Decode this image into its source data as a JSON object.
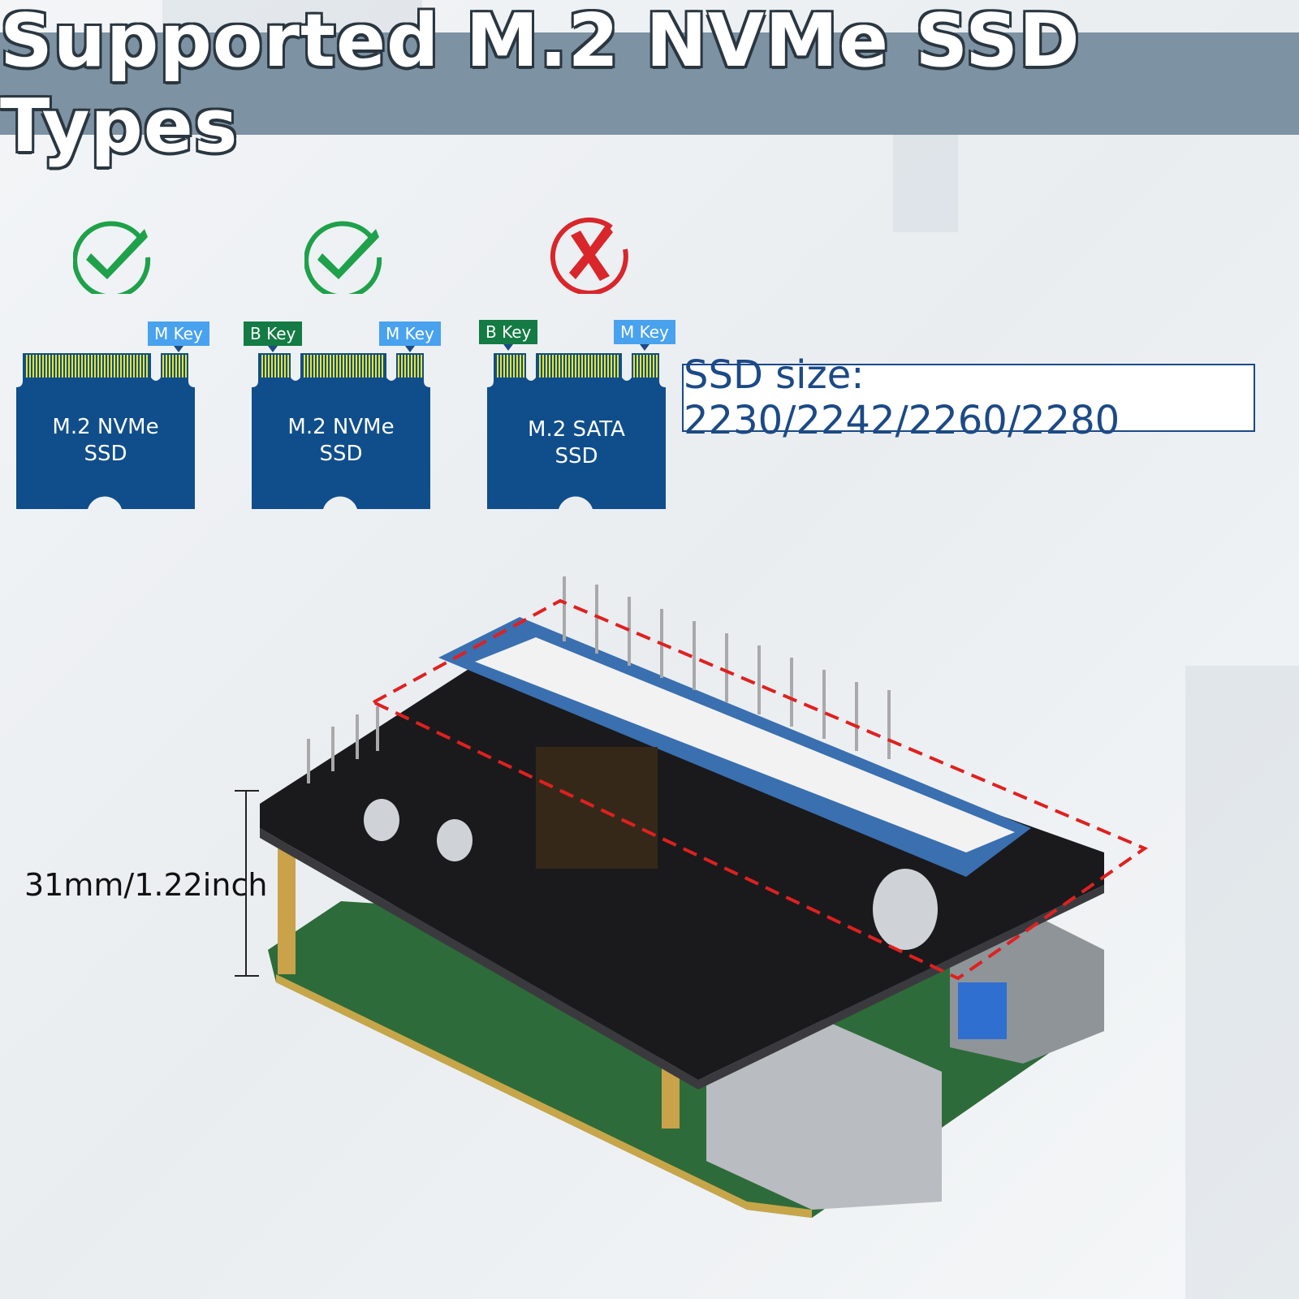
{
  "header": {
    "title": "Supported M.2 NVMe SSD Types"
  },
  "colors": {
    "header_bg": "#7d92a2",
    "card_blue": "#104e8b",
    "m_key": "#48a2ee",
    "b_key": "#137b43",
    "supported": "#1ea14a",
    "unsupported": "#d8262b",
    "gold_pins": "#e9e62a"
  },
  "ssd_types": [
    {
      "label_line1": "M.2 NVMe",
      "label_line2": "SSD",
      "keys": [
        "M Key"
      ],
      "supported": true,
      "icon": "check-circle-icon"
    },
    {
      "label_line1": "M.2 NVMe",
      "label_line2": "SSD",
      "keys": [
        "B Key",
        "M Key"
      ],
      "supported": true,
      "icon": "check-circle-icon"
    },
    {
      "label_line1": "M.2 SATA",
      "label_line2": "SSD",
      "keys": [
        "B Key",
        "M Key"
      ],
      "supported": false,
      "icon": "x-circle-icon"
    }
  ],
  "size_info": "SSD size: 2230/2242/2260/2280",
  "height_dimension": "31mm/1.22inch"
}
